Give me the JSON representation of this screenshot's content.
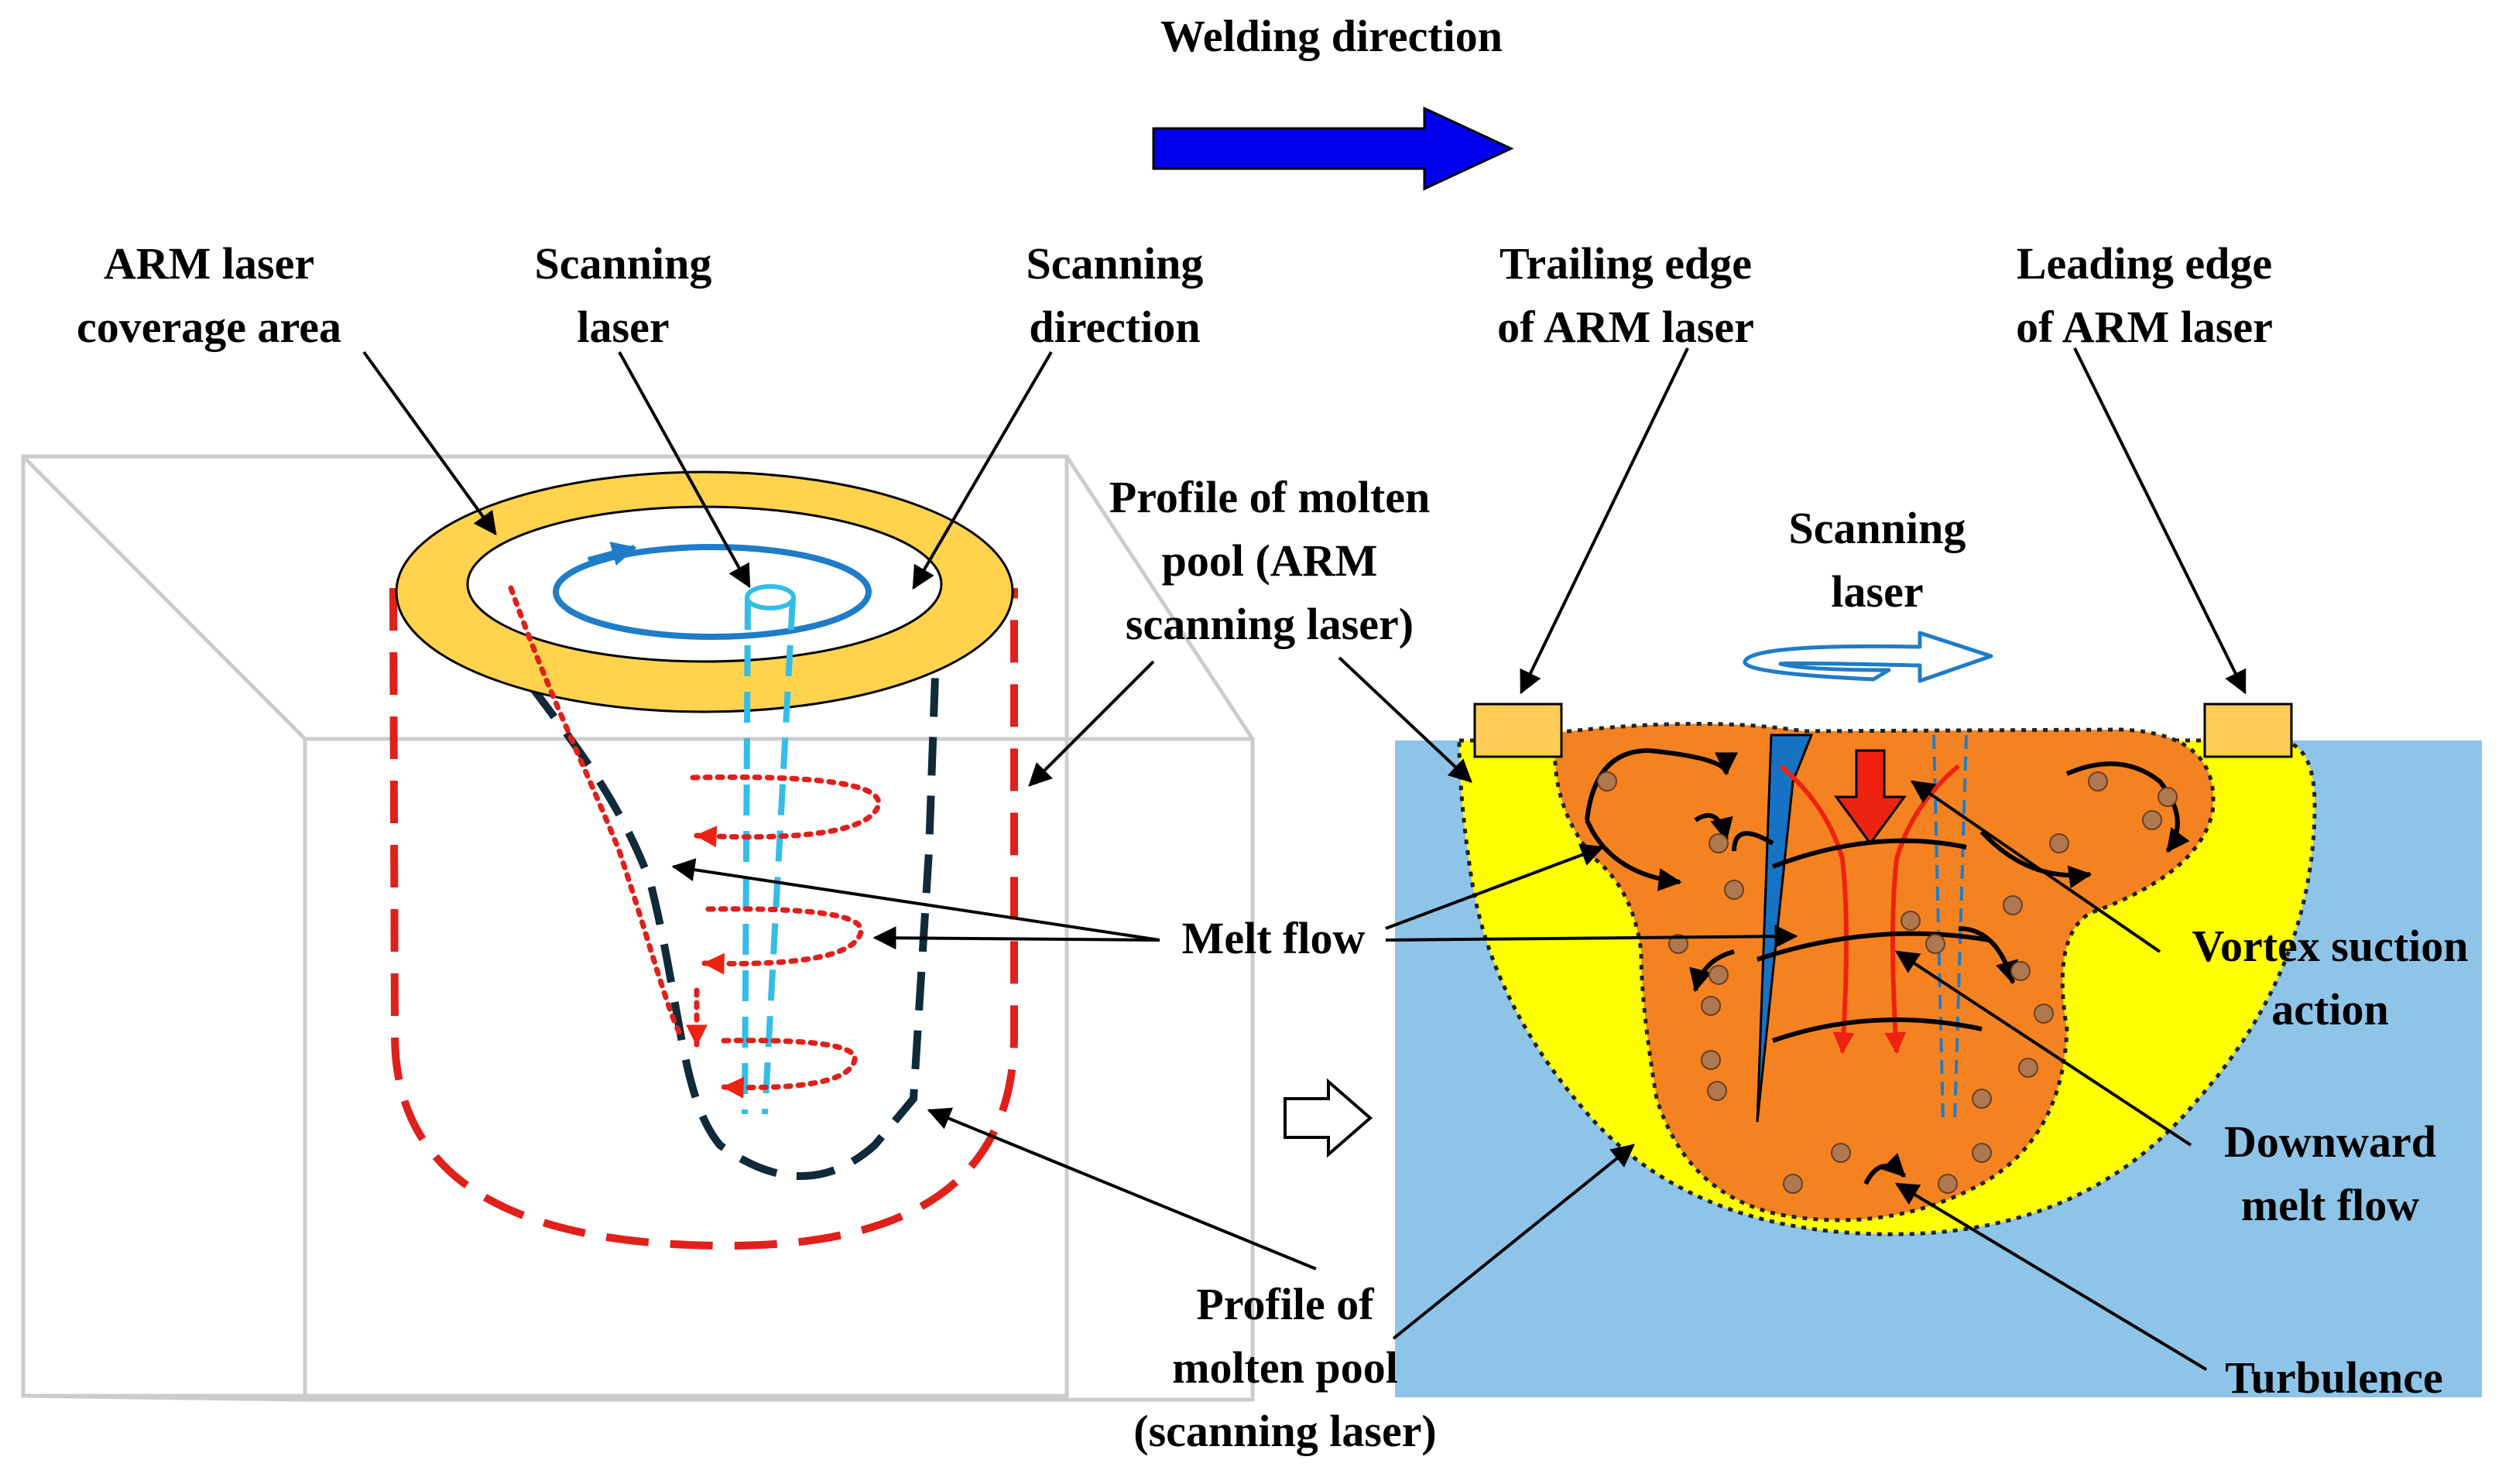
{
  "labels": {
    "welding_direction": "Welding direction",
    "arm_coverage": [
      "ARM laser",
      "coverage area"
    ],
    "scanning_laser_left": [
      "Scanning",
      "laser"
    ],
    "scanning_direction": [
      "Scanning",
      "direction"
    ],
    "profile_arm": [
      "Profile of molten",
      "pool (ARM",
      "scanning laser)"
    ],
    "trailing_edge": [
      "Trailing edge",
      "of ARM laser"
    ],
    "leading_edge": [
      "Leading edge",
      "of ARM laser"
    ],
    "scanning_laser_right": [
      "Scanning",
      "laser"
    ],
    "melt_flow": "Melt flow",
    "vortex_suction": [
      "Vortex suction",
      "action"
    ],
    "downward_melt_flow": [
      "Downward",
      "melt flow"
    ],
    "turbulence": "Turbulence",
    "profile_scanning": [
      "Profile of",
      "molten pool",
      "(scanning laser)"
    ]
  },
  "colors": {
    "direction_arrow": "#0000ee",
    "arm_ring": "#ffd34d",
    "arm_pool_outline": "#e0201b",
    "keyhole_outline": "#102a3a",
    "melt_flow_dotted": "#e0201b",
    "scan_path": "#1f7cc8",
    "laser_beam": "#33bde8",
    "substrate": "#8ec4e8",
    "arm_pool": "#ffff00",
    "scan_pool": "#f58220",
    "keyhole": "#1673c4",
    "particle": "#b07850",
    "arm_pad": "#ffcc55",
    "downward_arrow": "#ee2211"
  }
}
